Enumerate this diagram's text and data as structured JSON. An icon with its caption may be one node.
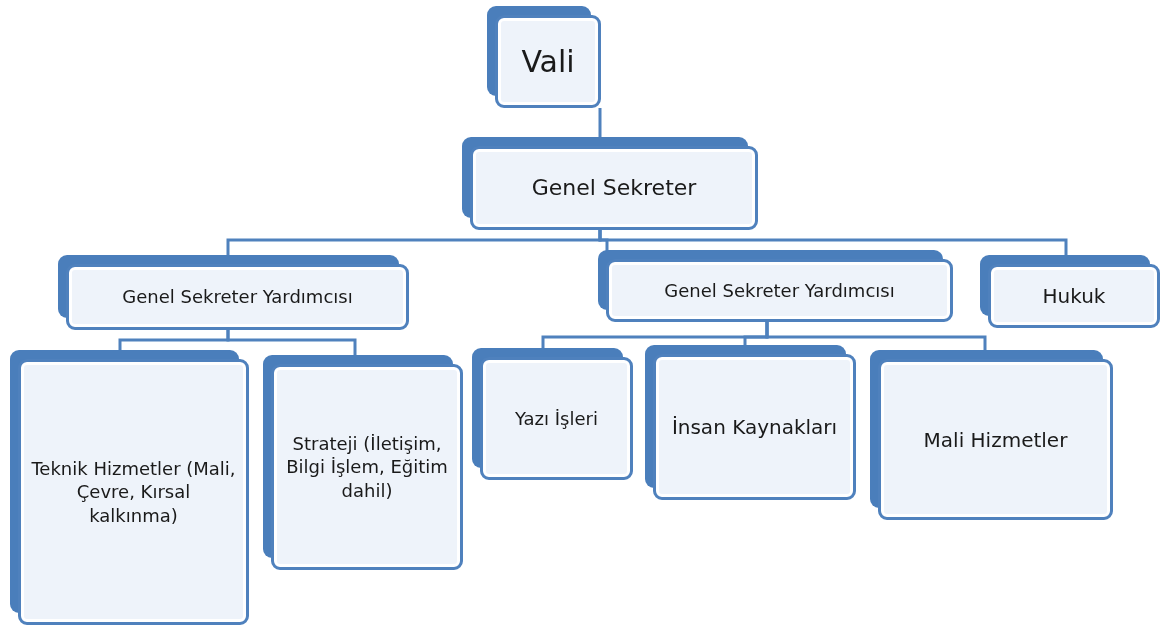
{
  "diagram": {
    "nodes": [
      {
        "text": [
          "Vali"
        ]
      },
      {
        "text": [
          "Genel Sekreter"
        ]
      },
      {
        "text": [
          "Genel Sekreter Yardımcısı"
        ]
      },
      {
        "text": [
          "Genel Sekreter Yardımcısı"
        ]
      },
      {
        "text": [
          "Hukuk"
        ]
      },
      {
        "text": [
          "Teknik Hizmetler (Mali, Çevre, Kırsal kalkınma)"
        ]
      },
      {
        "text": [
          "Strateji (İletişim, Bilgi İşlem, Eğitim dahil)"
        ]
      },
      {
        "text": [
          "Yazı İşleri"
        ]
      },
      {
        "text": [
          "İnsan Kaynakları"
        ]
      },
      {
        "text": [
          "Mali Hizmetler"
        ]
      }
    ],
    "edges": [
      {
        "from": 0,
        "to": 1,
        "arrow": "none"
      },
      {
        "from": 1,
        "to": 2,
        "arrow": "none"
      },
      {
        "from": 1,
        "to": 3,
        "arrow": "none"
      },
      {
        "from": 1,
        "to": 4,
        "arrow": "none"
      },
      {
        "from": 2,
        "to": 5,
        "arrow": "none"
      },
      {
        "from": 2,
        "to": 6,
        "arrow": "none"
      },
      {
        "from": 3,
        "to": 7,
        "arrow": "none"
      },
      {
        "from": 3,
        "to": 8,
        "arrow": "none"
      },
      {
        "from": 3,
        "to": 9,
        "arrow": "none"
      }
    ]
  }
}
